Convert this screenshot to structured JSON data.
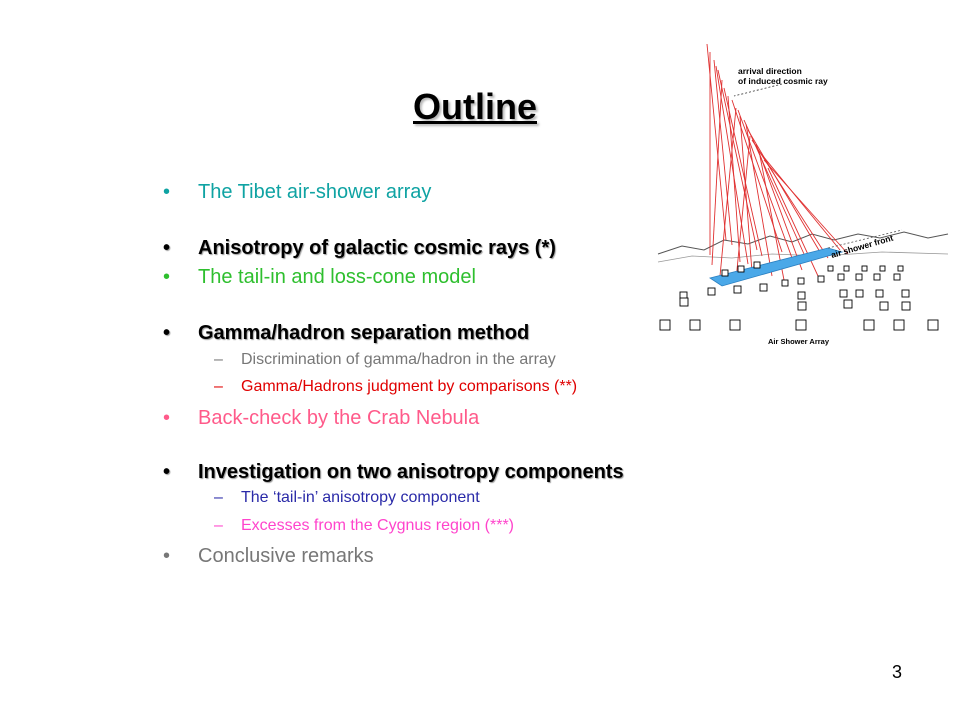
{
  "slide": {
    "title": "Outline",
    "page_number": "3",
    "items": [
      {
        "bullet": "•",
        "text": "The Tibet air-shower array",
        "color": "#0fa3a3"
      },
      {
        "bullet": "•",
        "text": "Anisotropy of galactic cosmic rays (*)",
        "color": "#000000"
      },
      {
        "bullet": "•",
        "text": "The tail-in and loss-cone model",
        "color": "#2ebf2e"
      },
      {
        "bullet": "•",
        "text": "Gamma/hadron separation method",
        "color": "#000000"
      },
      {
        "dash": "–",
        "text": "Discrimination of gamma/hadron in the array",
        "color": "#777777"
      },
      {
        "dash": "–",
        "text": "Gamma/Hadrons judgment by comparisons (**)",
        "color": "#e00000"
      },
      {
        "bullet": "•",
        "text": "Back-check by the Crab Nebula",
        "color": "#ff5a8a"
      },
      {
        "bullet": "•",
        "text": "Investigation on two anisotropy components",
        "color": "#000000"
      },
      {
        "dash": "–",
        "text": "The ‘tail-in’ anisotropy component",
        "color": "#2a2aa8"
      },
      {
        "dash": "–",
        "text": "Excesses from the Cygnus region (***)",
        "color": "#ff44cc"
      },
      {
        "bullet": "•",
        "text": "Conclusive remarks",
        "color": "#777777"
      }
    ]
  },
  "diagram": {
    "label_arrival_line1": "arrival direction",
    "label_arrival_line2": "of induced cosmic ray",
    "label_shower_front": "air shower front",
    "label_array": "Air Shower Array",
    "ray_color": "#e03030",
    "front_color": "#4aa8e8"
  }
}
